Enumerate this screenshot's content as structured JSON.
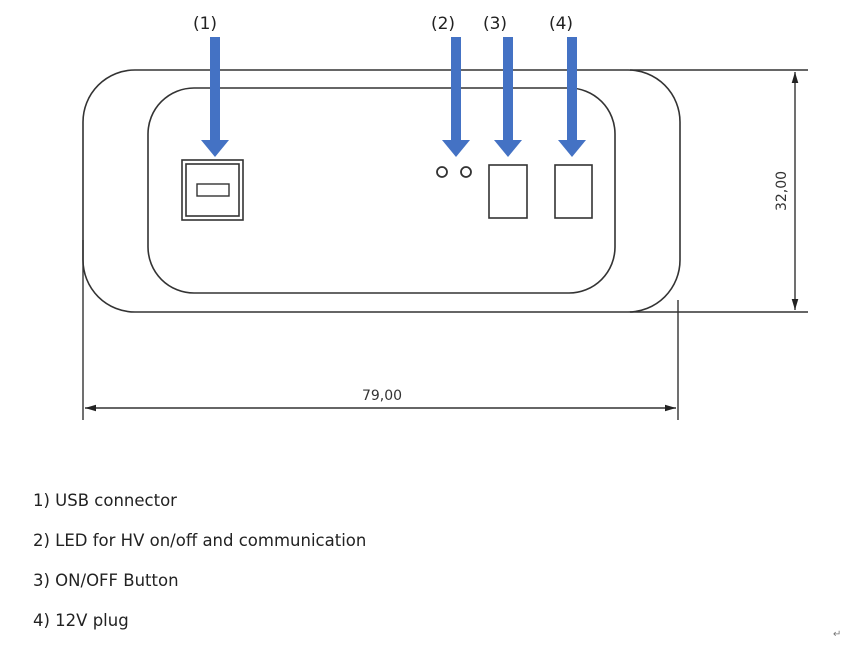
{
  "diagram": {
    "callouts": [
      {
        "id": "1",
        "label": "(1)"
      },
      {
        "id": "2",
        "label": "(2)"
      },
      {
        "id": "3",
        "label": "(3)"
      },
      {
        "id": "4",
        "label": "(4)"
      }
    ],
    "dimensions": {
      "width": "79,00",
      "height": "32,00"
    },
    "colors": {
      "arrow": "#4472C4",
      "line": "#333333"
    }
  },
  "legend": {
    "items": [
      "1) USB connector",
      "2) LED for HV on/off and communication",
      "3) ON/OFF Button",
      "4) 12V plug"
    ]
  },
  "paragraph_mark": "↵"
}
